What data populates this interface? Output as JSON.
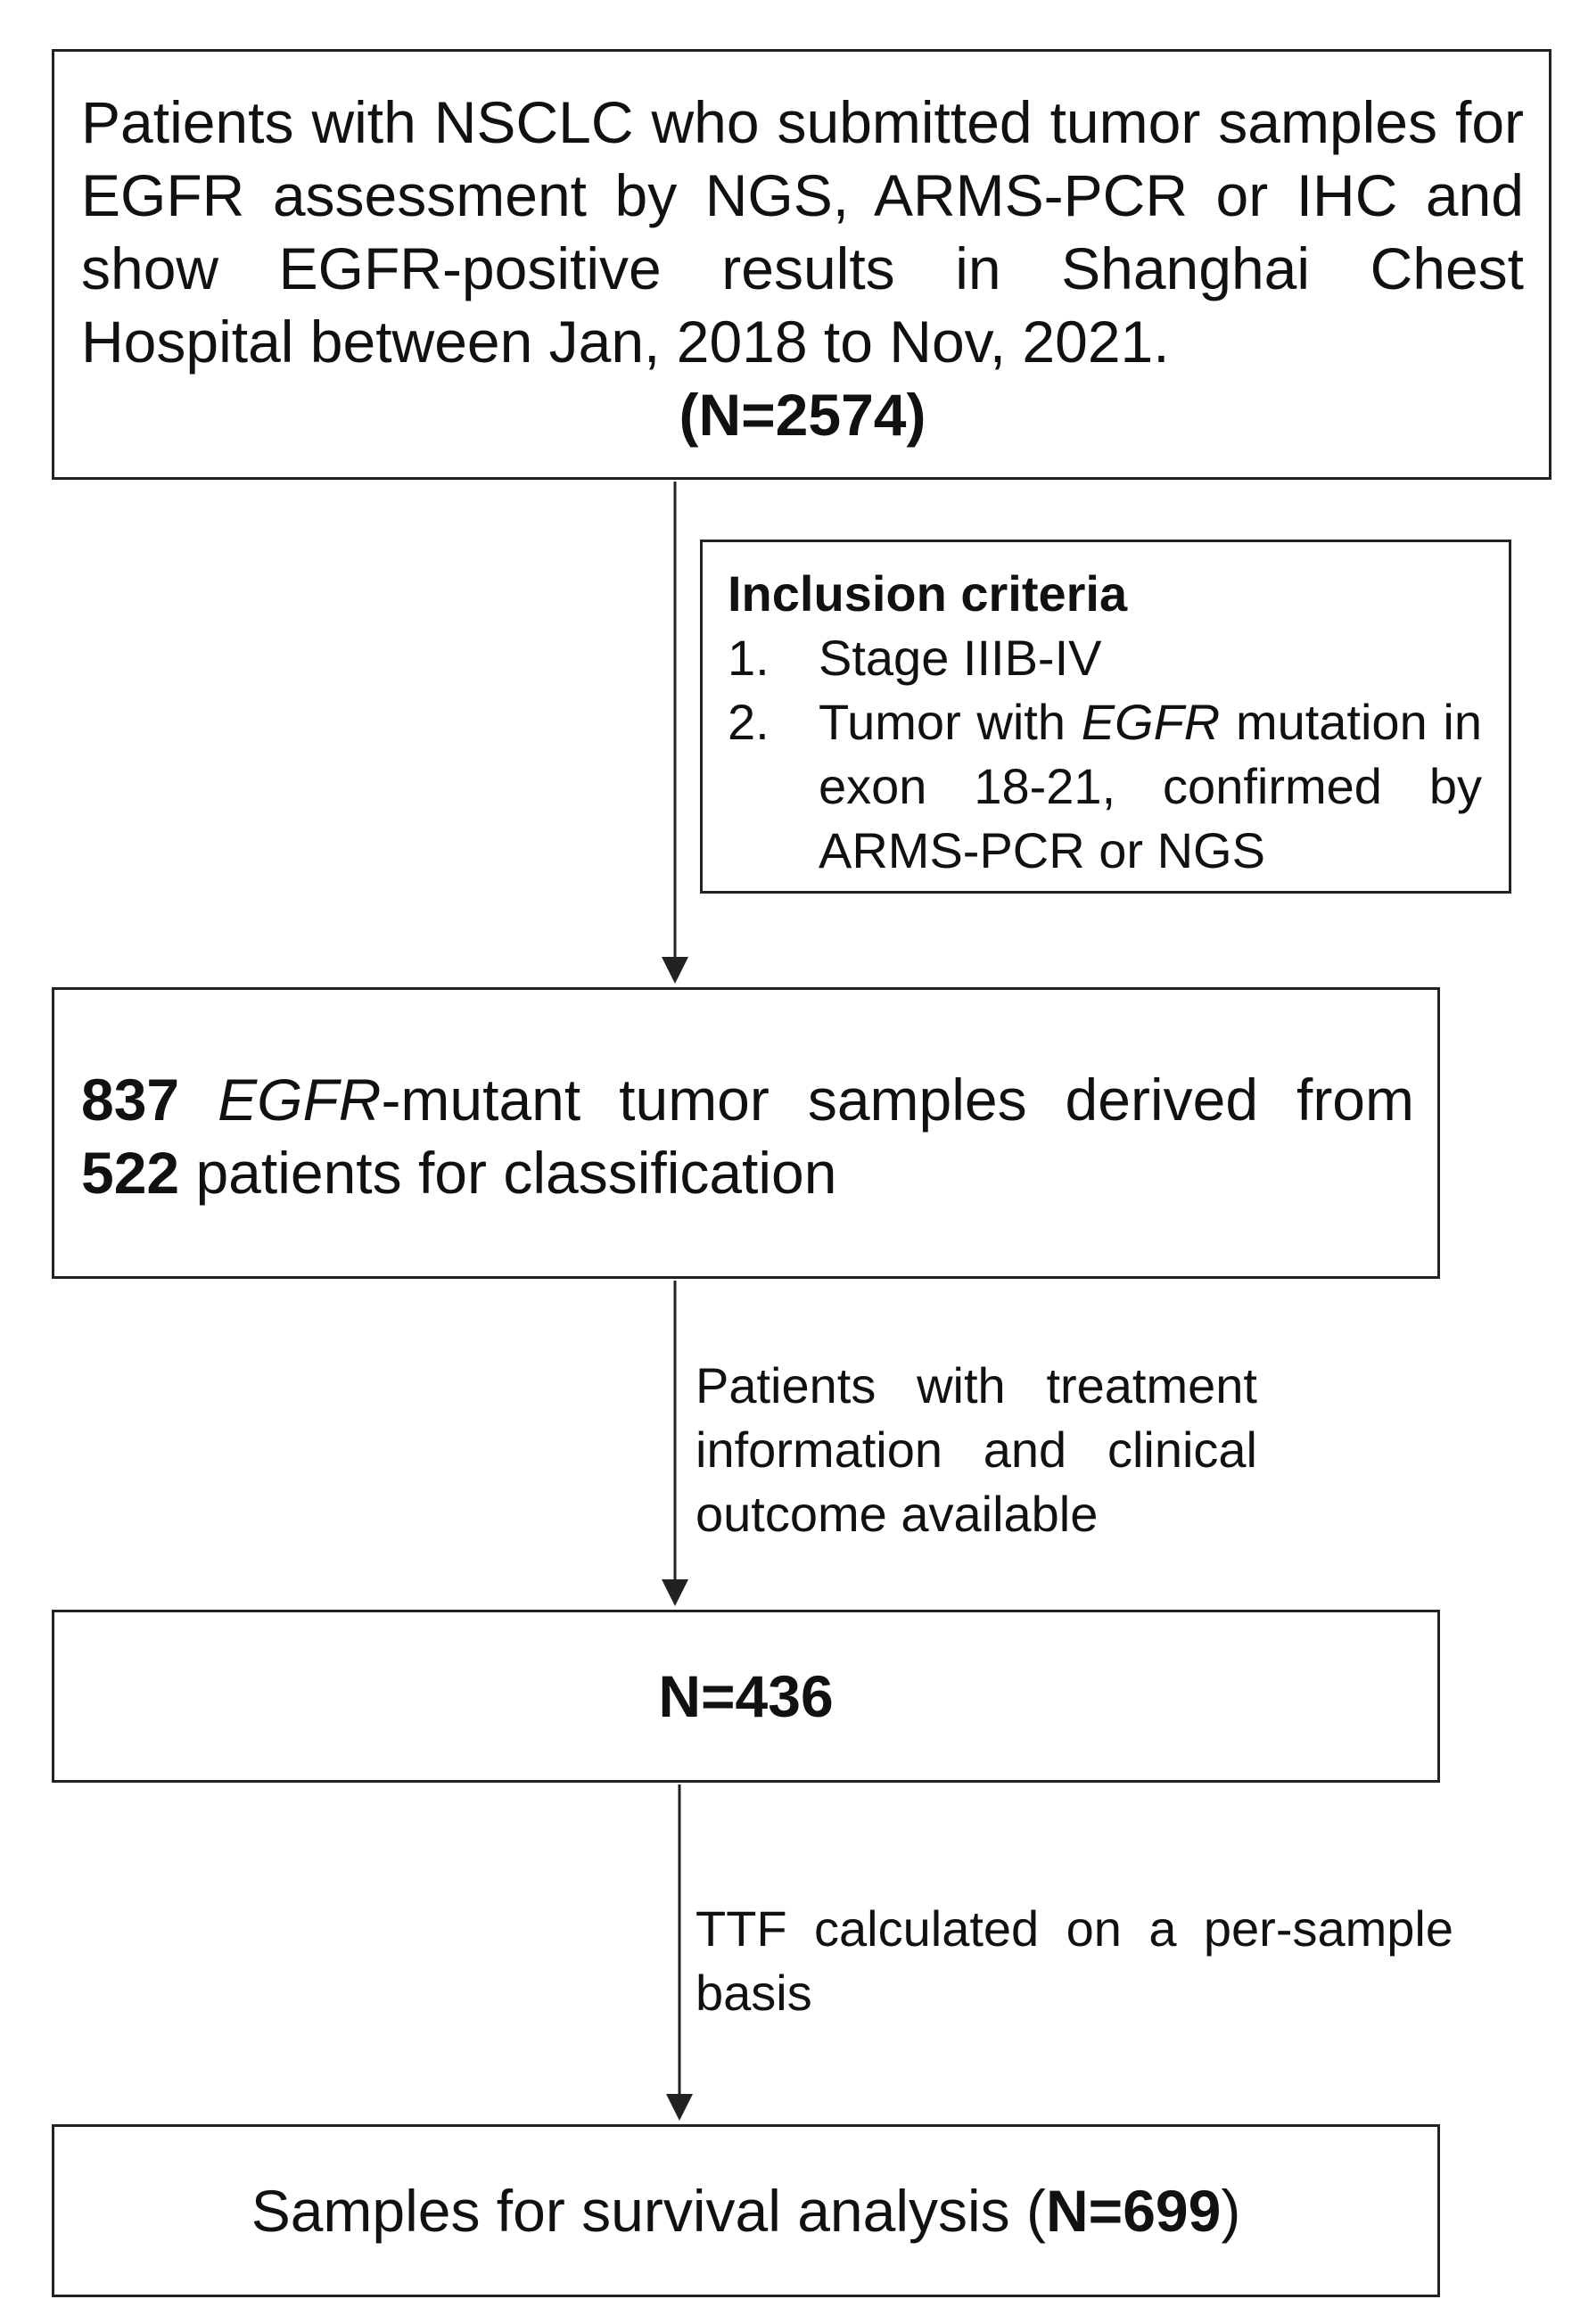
{
  "boxes": {
    "top": {
      "text": "Patients with NSCLC who submitted tumor samples for EGFR assessment by NGS, ARMS-PCR or IHC and show EGFR-positive results in Shanghai Chest Hospital between Jan, 2018 to Nov, 2021.",
      "count": "(N=2574)"
    },
    "inclusion": {
      "title": "Inclusion criteria",
      "items": [
        {
          "num": "1.",
          "text": "Stage IIIB-IV"
        },
        {
          "num": "2.",
          "prefix": "Tumor with ",
          "gene": "EGFR",
          "suffix": " mutation in exon 18-21, confirmed by ARMS-PCR or NGS"
        }
      ]
    },
    "classification": {
      "samples": "837",
      "gene": "EGFR",
      "mid": "-mutant tumor samples derived from ",
      "patients": "522",
      "end": " patients for classification"
    },
    "n436": {
      "text": "N=436"
    },
    "survival": {
      "prefix": "Samples for survival analysis (",
      "count": "N=699",
      "suffix": ")"
    }
  },
  "notes": {
    "treatment": "Patients with treatment information and clinical outcome available",
    "ttf": "TTF calculated on a per-sample basis"
  },
  "colors": {
    "line": "#222222",
    "text": "#111111",
    "background": "#ffffff"
  }
}
